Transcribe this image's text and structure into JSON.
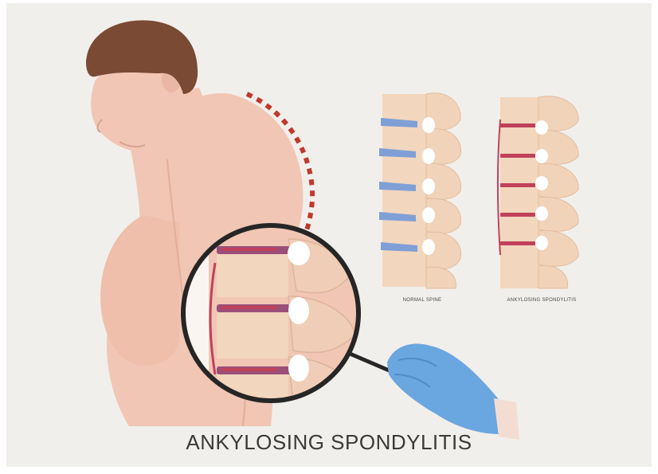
{
  "title": "ANKYLOSING SPONDYLITIS",
  "spines": [
    {
      "label": "NORMAL SPINE"
    },
    {
      "label": "ANKYLOSING SPONDYLITIS"
    }
  ],
  "colors": {
    "background": "#f1efeb",
    "skin": "#f1c6b4",
    "skin_shadow": "#e9b3a1",
    "hair": "#7a4a35",
    "bone": "#f2d6bd",
    "healthy_disc": "#7f9fd6",
    "inflamed_disc": "#c0415a",
    "glove": "#6aa6e0",
    "magnifier_rim": "#262626",
    "title_text": "#3a3a3a"
  }
}
